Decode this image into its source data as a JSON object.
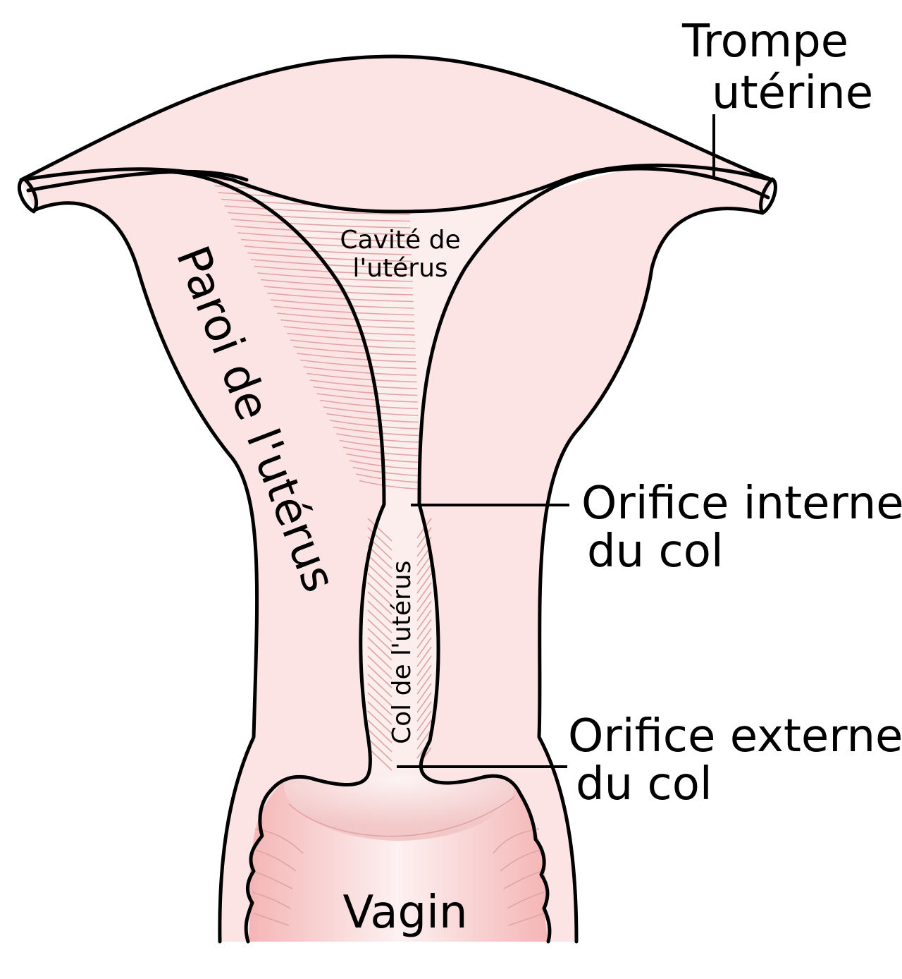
{
  "colors": {
    "tissue": "#fce4e4",
    "cavity": "#fdeeee",
    "vagina_wall": "#f4b8b8",
    "vagina_light": "#fdf0f0",
    "stripe": "#e2a3a3",
    "outline": "#000000"
  },
  "labels": {
    "trompe_line1": "Trompe",
    "trompe_line2": "utérine",
    "cavite_line1": "Cavité de",
    "cavite_line2": "l'utérus",
    "paroi": "Paroi de l'utérus",
    "col": "Col de l'utérus",
    "orifice_interne_line1": "Orifice interne",
    "orifice_interne_line2": "du col",
    "orifice_externe_line1": "Orifice externe",
    "orifice_externe_line2": "du col",
    "vagin": "Vagin"
  }
}
